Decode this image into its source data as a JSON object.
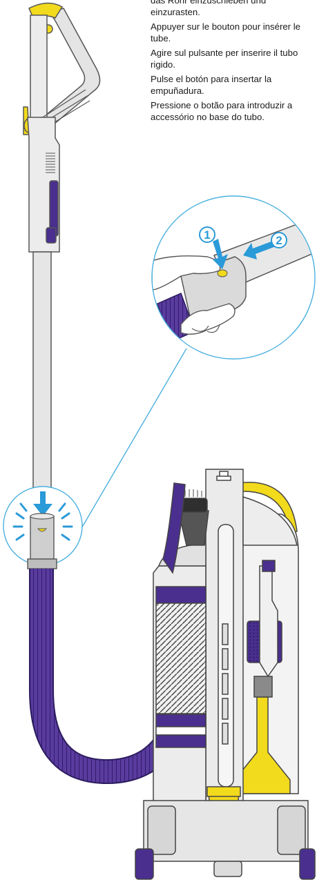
{
  "instructions": [
    "das Rohr einzuschieben und einzurasten.",
    "Appuyer sur le bouton pour insérer le tube.",
    "Agire sul pulsante per inserire il tubo rigido.",
    "Pulse el botón para insertar la empuñadura.",
    "Pressione o botão para introduzir a accessório no base do tubo."
  ],
  "callouts": {
    "step1": "1",
    "step2": "2"
  },
  "colors": {
    "tube": "#e6e6e6",
    "outline": "#555555",
    "accent_yellow": "#f2da1d",
    "accent_purple": "#4a2f8f",
    "arrow_blue": "#2a9ad8",
    "guide_line": "#4ab0df"
  },
  "icons": [
    "wand-handle-icon",
    "release-button-icon",
    "hose-cuff-icon",
    "press-arrow-icon",
    "insert-arrow-icon",
    "vacuum-cleaner-icon"
  ]
}
